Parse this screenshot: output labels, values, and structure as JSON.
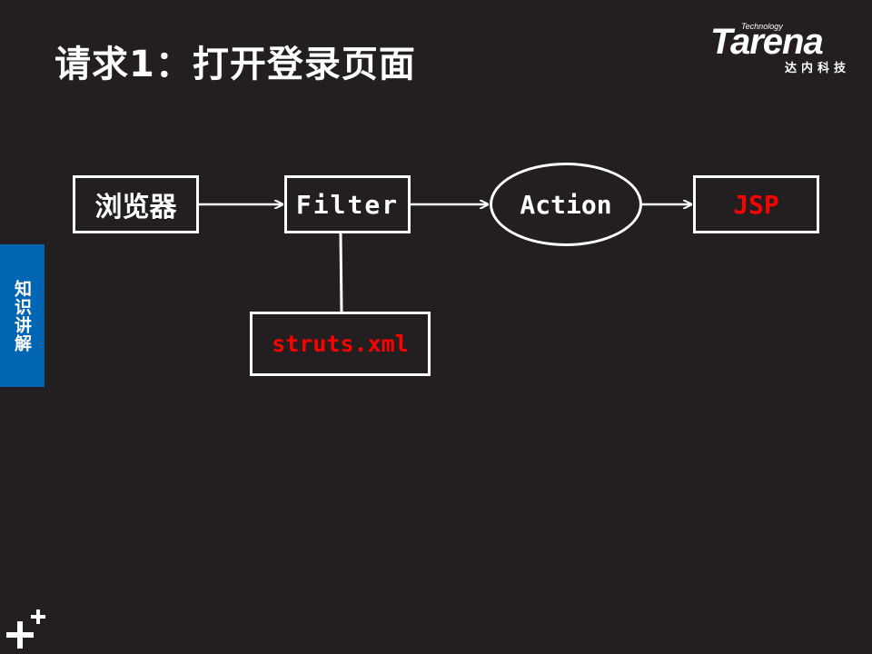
{
  "slide": {
    "title": "请求1：打开登录页面"
  },
  "logo": {
    "technology": "Technology",
    "wordmark": "Tarena",
    "cn": "达内科技"
  },
  "side_tab": {
    "label": "知识讲解"
  },
  "diagram": {
    "nodes": {
      "browser": "浏览器",
      "filter": "Filter",
      "action": "Action",
      "jsp": "JSP",
      "struts": "struts.xml"
    },
    "colors": {
      "line": "#ffffff",
      "highlight_text": "#ff0000",
      "background": "#231f20",
      "tab": "#0066b3"
    }
  }
}
